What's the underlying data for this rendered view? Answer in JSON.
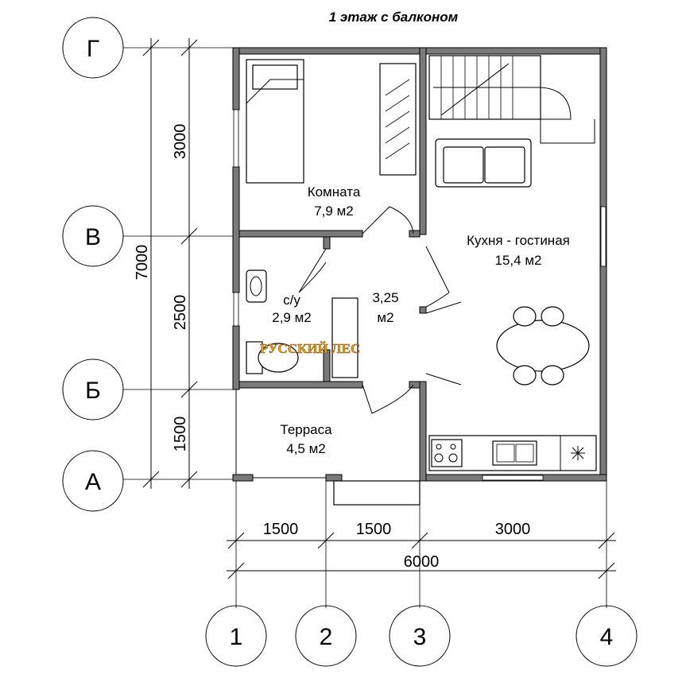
{
  "title": "1 этаж с балконом",
  "rooms": {
    "bedroom": {
      "name": "Комната",
      "area": "7,9 м2"
    },
    "kitchen": {
      "name": "Кухня - гостиная",
      "area": "15,4 м2"
    },
    "hall": {
      "name": "3,25",
      "area": "м2"
    },
    "bath": {
      "name": "с/у",
      "area": "2,9 м2"
    },
    "terrace": {
      "name": "Терраса",
      "area": "4,5 м2"
    }
  },
  "dimensions": {
    "vertical": {
      "total": "7000",
      "top": "3000",
      "middle": "2500",
      "bottom": "1500"
    },
    "horizontal": {
      "total": "6000",
      "first": "1500",
      "second": "1500",
      "third": "3000"
    }
  },
  "axes": {
    "rows": [
      "Г",
      "В",
      "Б",
      "А"
    ],
    "columns": [
      "1",
      "2",
      "3",
      "4"
    ]
  },
  "logo": {
    "text": "РУССКИЙ ЛЕС"
  },
  "colors": {
    "wall_fill": "#7a7a7a",
    "line": "#000000",
    "logo": "#e0a020"
  }
}
